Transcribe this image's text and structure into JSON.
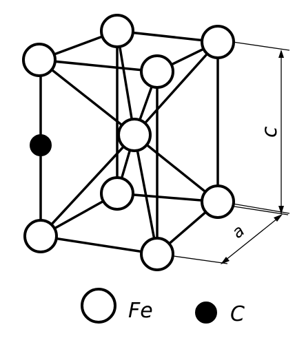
{
  "labels": {
    "c_dimension": "c",
    "a_dimension": "a"
  },
  "legend": {
    "fe_label": "Fe",
    "c_label": "C"
  },
  "colors": {
    "stroke": "#000000",
    "fe_atom_fill": "#ffffff",
    "c_atom_fill": "#000000",
    "background": "#ffffff"
  }
}
